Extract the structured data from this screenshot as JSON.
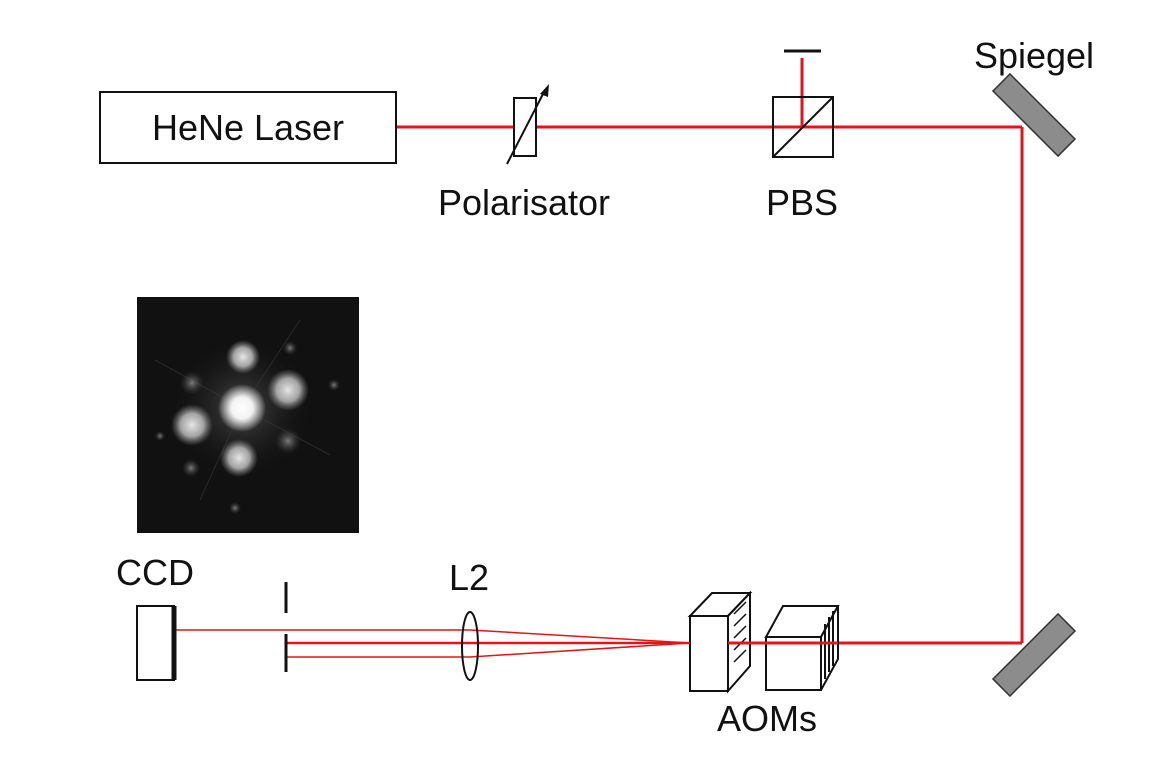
{
  "labels": {
    "laser": "HeNe Laser",
    "polarizer": "Polarisator",
    "pbs": "PBS",
    "mirror": "Spiegel",
    "ccd": "CCD",
    "lens": "L2",
    "aoms": "AOMs"
  },
  "colors": {
    "beam": "#e3141b",
    "outline": "#111111",
    "mirror": "#8c8c8c",
    "inset_bg": "#111111"
  },
  "icons": {
    "laser": "laser-box",
    "polarizer": "rotatable-polarizer-icon",
    "pbs": "beam-splitter-cube-icon",
    "mirror": "mirror-icon",
    "lens": "convex-lens-icon",
    "aom": "acousto-optic-modulator-icon",
    "ccd": "ccd-camera-icon",
    "aperture": "aperture-icon",
    "beam_dump": "beam-dump-icon"
  }
}
